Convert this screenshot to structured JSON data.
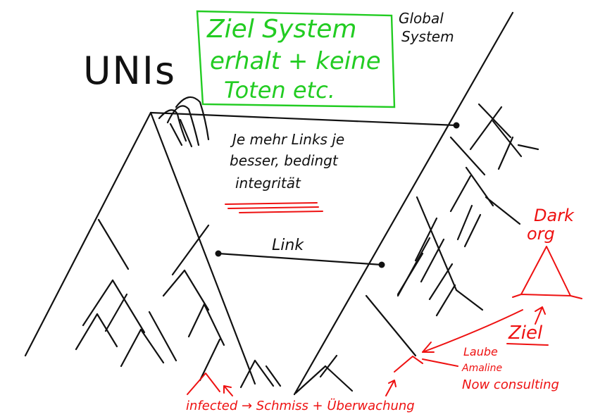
{
  "notes": {
    "goal_box": {
      "lines": [
        "Ziel System",
        "erhalt + keine",
        "Toten etc."
      ],
      "color": "#22cc22"
    },
    "global_system": [
      "Global",
      "System"
    ],
    "unis": "UNIs",
    "links_note": [
      "Je mehr Links je",
      "besser, bedingt",
      "integrität"
    ],
    "link_label": "Link",
    "dark_org": [
      "Dark",
      "org"
    ],
    "ziel": "Ziel",
    "actors": [
      "Laube",
      "Amaline",
      "Now consulting"
    ],
    "infected": "infected → Schmiss + Überwachung"
  },
  "colors": {
    "ink": "#111111",
    "green": "#22cc22",
    "red": "#ee1111"
  }
}
